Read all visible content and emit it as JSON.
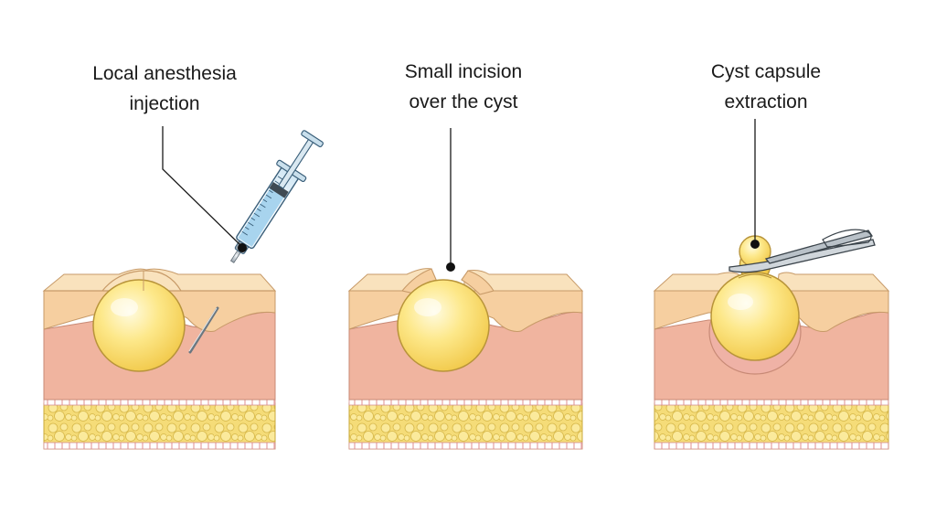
{
  "steps": [
    {
      "line1": "Local anesthesia",
      "line2": "injection"
    },
    {
      "line1": "Small incision",
      "line2": "over the cyst"
    },
    {
      "line1": "Cyst capsule",
      "line2": "extraction"
    }
  ],
  "colors": {
    "epidermis": "#f6d6a6",
    "epidermis_stroke": "#b98d5c",
    "papillary": "#f2c898",
    "dermis": "#f0b49f",
    "dermis_stroke": "#c88a76",
    "fat": "#f7e07a",
    "fat_stroke": "#c9a83a",
    "cyst": "#fde88a",
    "cyst_stroke": "#b8943a",
    "syringe_liquid": "#a8d4ee",
    "syringe_stroke": "#3a5f7a",
    "leader_line": "#1a1a1a",
    "membrane": "#e8a6a6"
  }
}
